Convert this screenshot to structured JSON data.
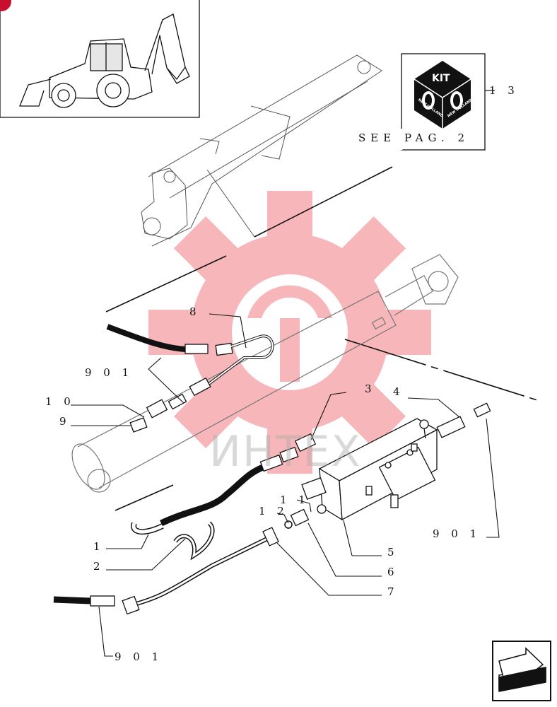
{
  "kit": {
    "label": "KIT",
    "brand_left": "NEW HOLLAND",
    "brand_right": "NEW HOLLAND",
    "ref_number": "1 3",
    "see_page": "SEE PAG. 2"
  },
  "callouts": {
    "p1": "1",
    "p2": "2",
    "p3": "3",
    "p4": "4",
    "p5": "5",
    "p6": "6",
    "p7": "7",
    "p8": "8",
    "p9": "9",
    "p10": "1 0",
    "p11": "1 1",
    "p12": "1 2",
    "p901_top": "9 0 1",
    "p901_right": "9 0 1",
    "p901_bottom": "9 0 1"
  },
  "watermark": {
    "text": "ИНТЕХ",
    "color": "#e8202a"
  },
  "navigation": {
    "next_icon": "arrow-next-page-icon"
  },
  "corner_badge_color": "#c8102e"
}
